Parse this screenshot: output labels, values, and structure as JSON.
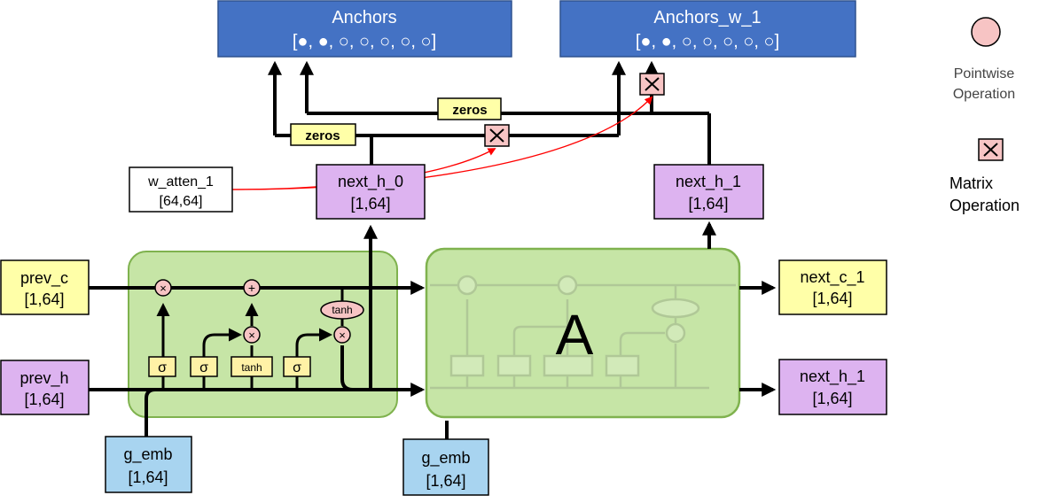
{
  "anchors": {
    "title": "Anchors",
    "slots": "[●, ●, ○, ○, ○, ○, ○]"
  },
  "anchors_w": {
    "title": "Anchors_w_1",
    "slots": "[●, ●, ○, ○, ○, ○, ○]"
  },
  "zeros_top": "zeros",
  "zeros_bottom": "zeros",
  "w_atten": {
    "name": "w_atten_1",
    "shape": "[64,64]"
  },
  "next_h_0": {
    "name": "next_h_0",
    "shape": "[1,64]"
  },
  "next_h_1_top": {
    "name": "next_h_1",
    "shape": "[1,64]"
  },
  "prev_c": {
    "name": "prev_c",
    "shape": "[1,64]"
  },
  "prev_h": {
    "name": "prev_h",
    "shape": "[1,64]"
  },
  "next_c_1": {
    "name": "next_c_1",
    "shape": "[1,64]"
  },
  "next_h_1_right": {
    "name": "next_h_1",
    "shape": "[1,64]"
  },
  "g_emb_1": {
    "name": "g_emb",
    "shape": "[1,64]"
  },
  "g_emb_2": {
    "name": "g_emb",
    "shape": "[1,64]"
  },
  "lstm": {
    "gates": [
      "σ",
      "σ",
      "tanh",
      "σ"
    ],
    "times": "×",
    "plus": "+",
    "tanh": "tanh",
    "cell_label": "A"
  },
  "legend": {
    "pointwise_line1": "Pointwise",
    "pointwise_line2": "Operation",
    "matrix_line1": "Matrix",
    "matrix_line2": "Operation"
  },
  "colors": {
    "blue_box": "#4472C4",
    "purple_box": "#DDB3F0",
    "yellow_box": "#FFFFA8",
    "light_blue_box": "#A8D4F0",
    "lstm_green": "#C6E5A6",
    "pink_op": "#F7C4C4",
    "arrow_red": "#FF0000"
  }
}
